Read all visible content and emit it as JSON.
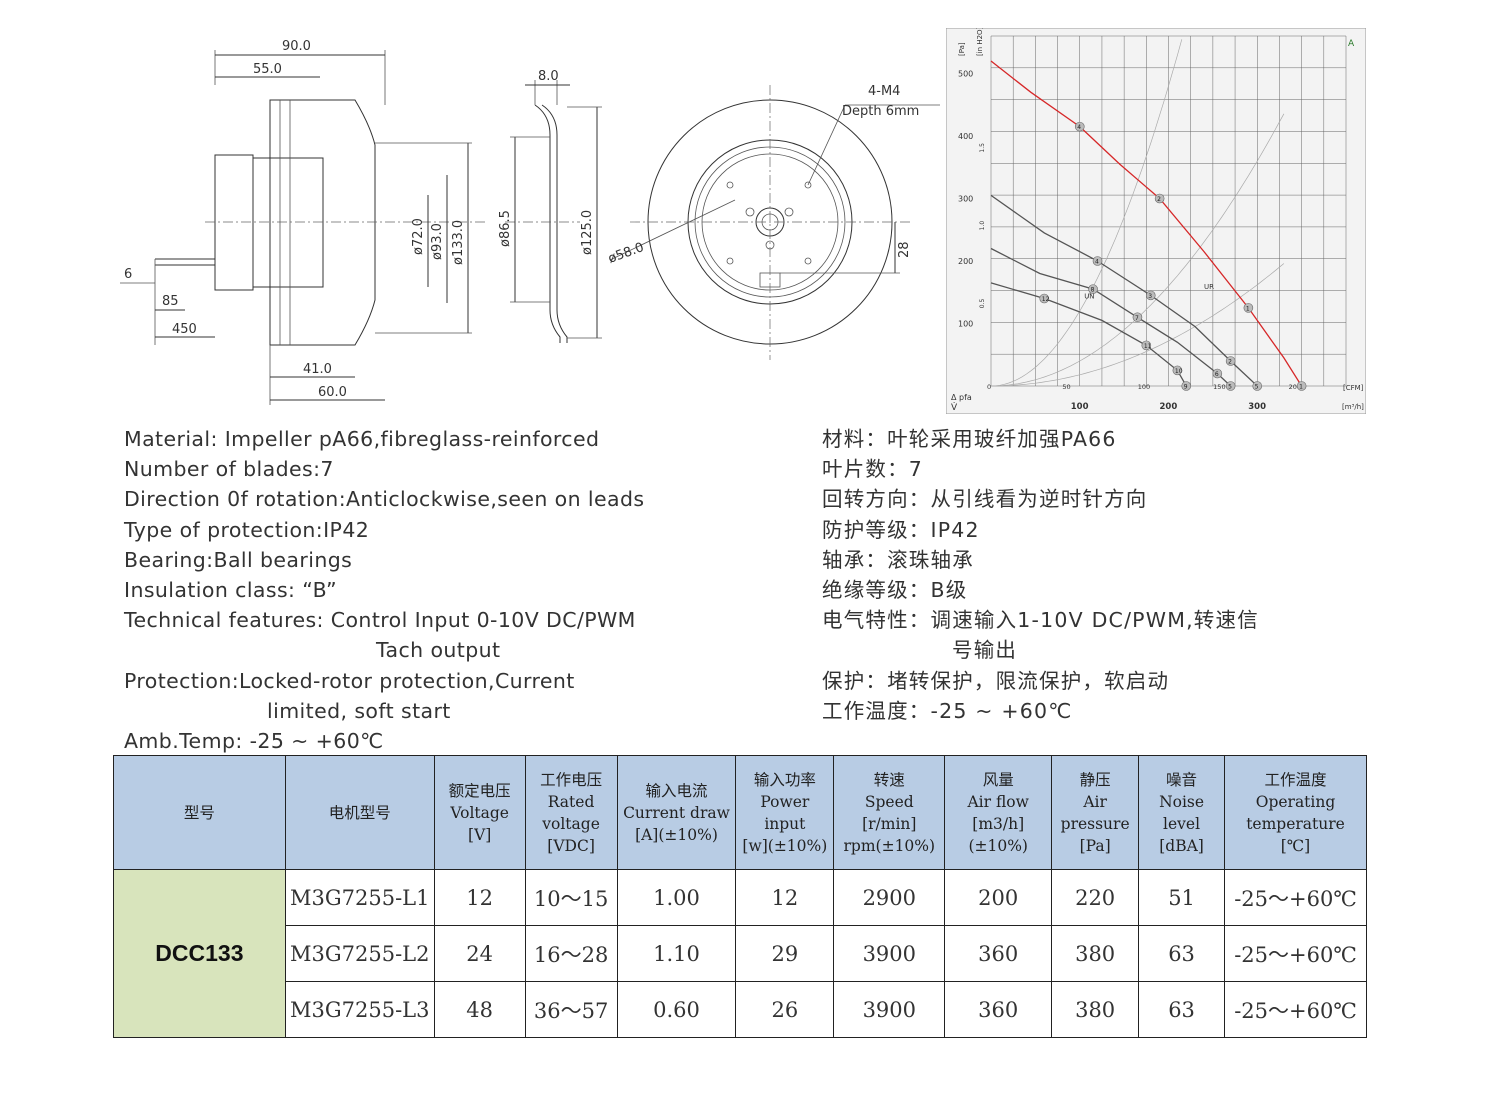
{
  "drawing": {
    "side_view": {
      "dim_total_width": "90.0",
      "dim_55": "55.0",
      "dim_72": "ø72.0",
      "dim_93": "ø93.0",
      "dim_133": "ø133.0",
      "dim_41": "41.0",
      "dim_60": "60.0",
      "lead_6": "6",
      "lead_85": "85",
      "lead_450": "450"
    },
    "section_view": {
      "dim_8": "8.0",
      "dim_86": "ø86.5",
      "dim_125": "ø125.0"
    },
    "front_view": {
      "screw_note_1": "4-M4",
      "screw_note_2": "Depth 6mm",
      "dim_58": "ø58.0",
      "dim_28": "28"
    }
  },
  "chart_data": {
    "type": "line",
    "y_axis": {
      "unit_top": "[Pa]",
      "ticks": [
        "500",
        "400",
        "300",
        "200",
        "100"
      ],
      "ylim": [
        0,
        560
      ]
    },
    "y_axis_water": {
      "unit": "[in H2O]",
      "ticks": [
        "1.5",
        "1.0",
        "0.5"
      ]
    },
    "x_axis_cfm": {
      "unit": "[CFM]",
      "ticks": [
        "0",
        "50",
        "100",
        "150",
        "200"
      ]
    },
    "x_axis_m3h": {
      "unit": "[m³/h]",
      "ticks": [
        "100",
        "200",
        "300"
      ],
      "xlim": [
        0,
        400
      ]
    },
    "y_symbol": "Δ pfa",
    "x_symbol": "V̇",
    "corner_mark": "A",
    "curve_labels": [
      "UR",
      "UN"
    ],
    "series": [
      {
        "name": "UR",
        "color": "#d62728",
        "x": [
          0,
          45,
          100,
          145,
          190,
          240,
          290,
          330,
          350
        ],
        "y": [
          520,
          470,
          415,
          355,
          300,
          215,
          125,
          45,
          0
        ],
        "markers": [
          "4",
          "2",
          "1",
          "1"
        ]
      },
      {
        "name": "UN",
        "color": "#555555",
        "x": [
          0,
          60,
          120,
          180,
          230,
          270,
          300
        ],
        "y": [
          305,
          245,
          200,
          145,
          95,
          40,
          0
        ],
        "markers": [
          "4",
          "3",
          "2",
          "5"
        ]
      },
      {
        "name": "",
        "color": "#555555",
        "x": [
          0,
          55,
          115,
          165,
          210,
          255,
          270
        ],
        "y": [
          220,
          180,
          155,
          110,
          70,
          20,
          0
        ],
        "markers": [
          "8",
          "7",
          "6",
          "5"
        ]
      },
      {
        "name": "",
        "color": "#555555",
        "x": [
          0,
          60,
          125,
          175,
          210,
          220
        ],
        "y": [
          165,
          140,
          105,
          65,
          25,
          0
        ],
        "markers": [
          "12",
          "11",
          "10",
          "9"
        ]
      }
    ]
  },
  "specs_en": [
    "Material: Impeller pA66,fibreglass-reinforced",
    "Number of blades:7",
    "Direction 0f rotation:Anticlockwise,seen on leads",
    "Type of protection:IP42",
    "Bearing:Ball bearings",
    "Insulation class: “B”",
    "Technical features: Control Input 0-10V DC/PWM",
    "Tach output",
    "Protection:Locked-rotor protection,Current",
    "limited, soft start",
    "Amb.Temp: -25 ~ +60℃"
  ],
  "specs_zh": [
    "材料：叶轮采用玻纤加强PA66",
    "叶片数：7",
    "回转方向：从引线看为逆时针方向",
    "防护等级：IP42",
    "轴承：滚珠轴承",
    "绝缘等级：B级",
    "电气特性：调速输入1-10V DC/PWM,转速信",
    "号输出",
    "保护：堵转保护，限流保护，软启动",
    "工作温度：-25 ~ +60℃"
  ],
  "table": {
    "headers": [
      [
        "型号"
      ],
      [
        "电机型号"
      ],
      [
        "额定电压",
        "Voltage",
        "[V]"
      ],
      [
        "工作电压",
        "Rated",
        "voltage",
        "[VDC]"
      ],
      [
        "输入电流",
        "Current draw",
        "[A](±10%)"
      ],
      [
        "输入功率",
        "Power",
        "input",
        "[w](±10%)"
      ],
      [
        "转速",
        "Speed",
        "[r/min]",
        "rpm(±10%)"
      ],
      [
        "风量",
        "Air flow",
        "[m3/h]",
        "(±10%)"
      ],
      [
        "静压",
        "Air",
        "pressure",
        "[Pa]"
      ],
      [
        "噪音",
        "Noise",
        "level",
        "[dBA]"
      ],
      [
        "工作温度",
        "Operating",
        "temperature",
        "[℃]"
      ]
    ],
    "model": "DCC133",
    "rows": [
      [
        "M3G7255-L1",
        "12",
        "10～15",
        "1.00",
        "12",
        "2900",
        "200",
        "220",
        "51",
        "-25～+60℃"
      ],
      [
        "M3G7255-L2",
        "24",
        "16～28",
        "1.10",
        "29",
        "3900",
        "360",
        "380",
        "63",
        "-25～+60℃"
      ],
      [
        "M3G7255-L3",
        "48",
        "36～57",
        "0.60",
        "26",
        "3900",
        "360",
        "380",
        "63",
        "-25～+60℃"
      ]
    ]
  }
}
